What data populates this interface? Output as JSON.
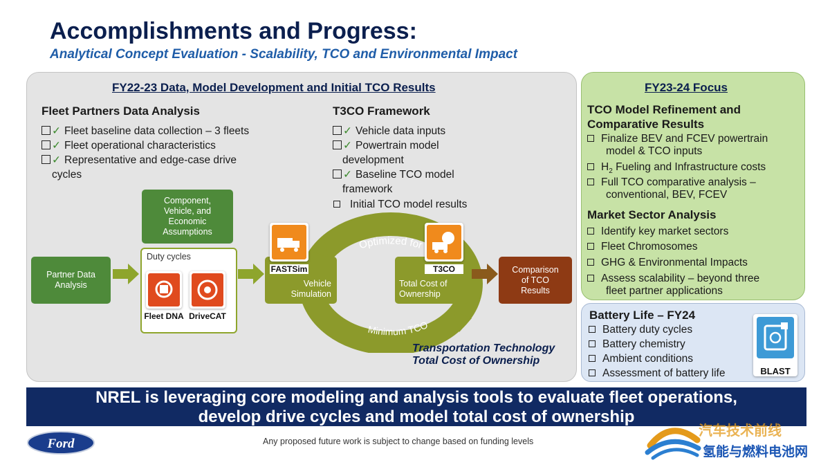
{
  "header": {
    "title": "Accomplishments and Progress:",
    "subtitle": "Analytical Concept Evaluation - Scalability, TCO and Environmental Impact"
  },
  "left_panel": {
    "heading": "FY22-23 Data, Model Development and Initial TCO Results",
    "fleet": {
      "heading": "Fleet Partners Data Analysis",
      "items": [
        {
          "text": "Fleet baseline data collection – 3 fleets",
          "checked": true
        },
        {
          "text": "Fleet operational characteristics",
          "checked": true
        },
        {
          "text": "Representative and edge-case drive",
          "cont": "cycles",
          "checked": true
        }
      ]
    },
    "t3co": {
      "heading": "T3CO Framework",
      "items": [
        {
          "text": "Vehicle data inputs",
          "checked": true
        },
        {
          "text": "Powertrain model",
          "cont": "development",
          "checked": true
        },
        {
          "text": "Baseline TCO model",
          "cont": "framework",
          "checked": true
        },
        {
          "text": "Initial TCO model results",
          "checked": false
        }
      ]
    },
    "flow": {
      "partner_data": "Partner Data Analysis",
      "assumptions": "Component, Vehicle, and Economic Assumptions",
      "duty_cycles": "Duty cycles",
      "fleet_dna": "Fleet DNA",
      "drivecat": "DriveCAT",
      "fastsim": "FASTSim",
      "vehicle_sim": "Vehicle Simulation",
      "t3co_app": "T3CO",
      "total_cost": "Total Cost of Ownership",
      "comparison": "Comparison of TCO Results",
      "optimized_for": "Optimized for",
      "minimum_tco": "Minimum TCO",
      "tt_line1": "Transportation Technology",
      "tt_line2": "Total Cost of Ownership"
    }
  },
  "focus_panel": {
    "heading": "FY23-24 Focus",
    "tco": {
      "heading_line1": "TCO Model Refinement and",
      "heading_line2": "Comparative Results",
      "items": [
        {
          "line1": "Finalize BEV and FCEV powertrain",
          "line2": "model & TCO inputs"
        },
        {
          "prefix": "H",
          "sub": "2",
          "line1": " Fueling and Infrastructure costs"
        },
        {
          "line1": "Full TCO comparative analysis –",
          "line2": "conventional, BEV, FCEV"
        }
      ]
    },
    "market": {
      "heading": "Market Sector Analysis",
      "items": [
        {
          "line1": "Identify key market sectors"
        },
        {
          "line1": "Fleet Chromosomes"
        },
        {
          "line1": "GHG & Environmental Impacts"
        },
        {
          "line1": "Assess scalability – beyond three",
          "line2": "fleet partner applications"
        }
      ]
    }
  },
  "battery_panel": {
    "heading": "Battery Life – FY24",
    "items": [
      "Battery duty cycles",
      "Battery chemistry",
      "Ambient conditions",
      "Assessment of battery life"
    ],
    "blast_label": "BLAST"
  },
  "banner": {
    "line1": "NREL is leveraging core modeling and analysis tools to evaluate fleet operations,",
    "line2": "develop drive cycles and model total cost of ownership"
  },
  "footer": {
    "note": "Any proposed future work is subject to change based on funding levels",
    "ford_logo_text": "Ford",
    "watermark_top": "汽车技术前线",
    "watermark_bottom": "氢能与燃料电池网"
  },
  "colors": {
    "navy": "#112a63",
    "title": "#0b1f4e",
    "subtitle": "#1f5da8",
    "dark_green": "#4e8a3a",
    "olive": "#8c9a2b",
    "brown": "#8e3a14",
    "focus_bg": "#c7e2a6",
    "battery_bg": "#dce6f4",
    "left_bg": "#e4e4e4"
  }
}
